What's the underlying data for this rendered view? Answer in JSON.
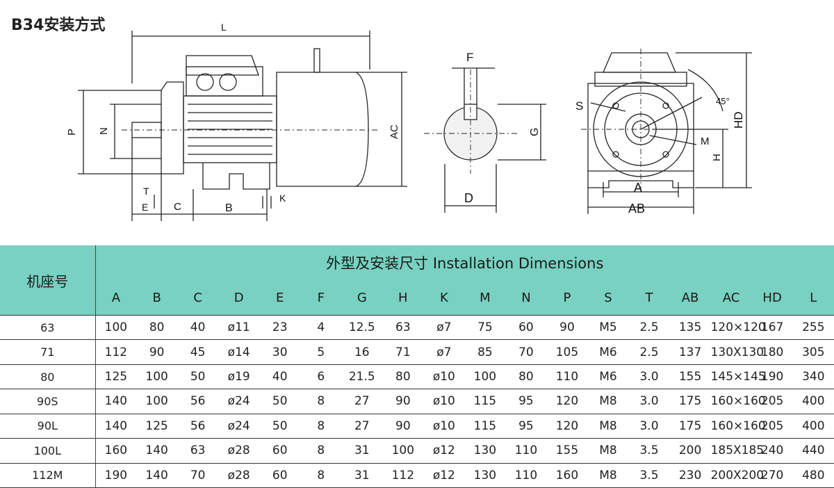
{
  "page_title": "B34安装方式",
  "drawing_labels": {
    "L": "L",
    "P": "P",
    "N": "N",
    "AC": "AC",
    "T": "T",
    "E": "E",
    "C": "C",
    "B": "B",
    "K": "K",
    "F": "F",
    "G": "G",
    "D": "D",
    "S": "S",
    "angle": "45°",
    "HD": "HD",
    "M": "M",
    "H": "H",
    "A": "A",
    "AB": "AB"
  },
  "table": {
    "model_header": "机座号",
    "group_header": "外型及安装尺寸  Installation Dimensions",
    "columns": [
      "A",
      "B",
      "C",
      "D",
      "E",
      "F",
      "G",
      "H",
      "K",
      "M",
      "N",
      "P",
      "S",
      "T",
      "AB",
      "AC",
      "HD",
      "L"
    ],
    "rows": [
      {
        "model": "63",
        "values": [
          "100",
          "80",
          "40",
          "ø11",
          "23",
          "4",
          "12.5",
          "63",
          "ø7",
          "75",
          "60",
          "90",
          "M5",
          "2.5",
          "135",
          "120×120",
          "167",
          "255"
        ]
      },
      {
        "model": "71",
        "values": [
          "112",
          "90",
          "45",
          "ø14",
          "30",
          "5",
          "16",
          "71",
          "ø7",
          "85",
          "70",
          "105",
          "M6",
          "2.5",
          "137",
          "130X130",
          "180",
          "305"
        ]
      },
      {
        "model": "80",
        "values": [
          "125",
          "100",
          "50",
          "ø19",
          "40",
          "6",
          "21.5",
          "80",
          "ø10",
          "100",
          "80",
          "110",
          "M6",
          "3.0",
          "155",
          "145×145",
          "190",
          "340"
        ]
      },
      {
        "model": "90S",
        "values": [
          "140",
          "100",
          "56",
          "ø24",
          "50",
          "8",
          "27",
          "90",
          "ø10",
          "115",
          "95",
          "120",
          "M8",
          "3.0",
          "175",
          "160×160",
          "205",
          "400"
        ]
      },
      {
        "model": "90L",
        "values": [
          "140",
          "125",
          "56",
          "ø24",
          "50",
          "8",
          "27",
          "90",
          "ø10",
          "115",
          "95",
          "120",
          "M8",
          "3.0",
          "175",
          "160×160",
          "205",
          "400"
        ]
      },
      {
        "model": "100L",
        "values": [
          "160",
          "140",
          "63",
          "ø28",
          "60",
          "8",
          "31",
          "100",
          "ø12",
          "130",
          "110",
          "155",
          "M8",
          "3.5",
          "200",
          "185X185",
          "240",
          "440"
        ]
      },
      {
        "model": "112M",
        "values": [
          "190",
          "140",
          "70",
          "ø28",
          "60",
          "8",
          "31",
          "112",
          "ø12",
          "130",
          "110",
          "160",
          "M8",
          "3.5",
          "230",
          "200X200",
          "270",
          "480"
        ]
      }
    ]
  }
}
